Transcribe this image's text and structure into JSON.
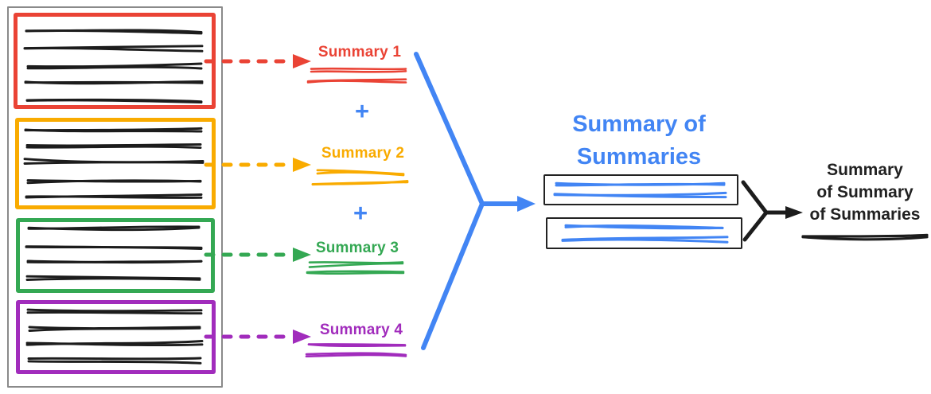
{
  "colors": {
    "blue": "#4285F4",
    "ink": "#1C1C1C",
    "text_dark": "#212121",
    "outer_border": "#8A8A8A",
    "summary_box_border": "#222222"
  },
  "diagram": {
    "documents": [
      {
        "summary_label": "Summary 1",
        "color": "#EA4335"
      },
      {
        "summary_label": "Summary 2",
        "color": "#F9AB00"
      },
      {
        "summary_label": "Summary 3",
        "color": "#34A853"
      },
      {
        "summary_label": "Summary 4",
        "color": "#A12CBC"
      }
    ],
    "plus": "+",
    "combined": {
      "title_line1": "Summary of",
      "title_line2": "Summaries"
    },
    "final": {
      "line1": "Summary",
      "line2": "of Summary",
      "line3": "of Summaries"
    }
  }
}
